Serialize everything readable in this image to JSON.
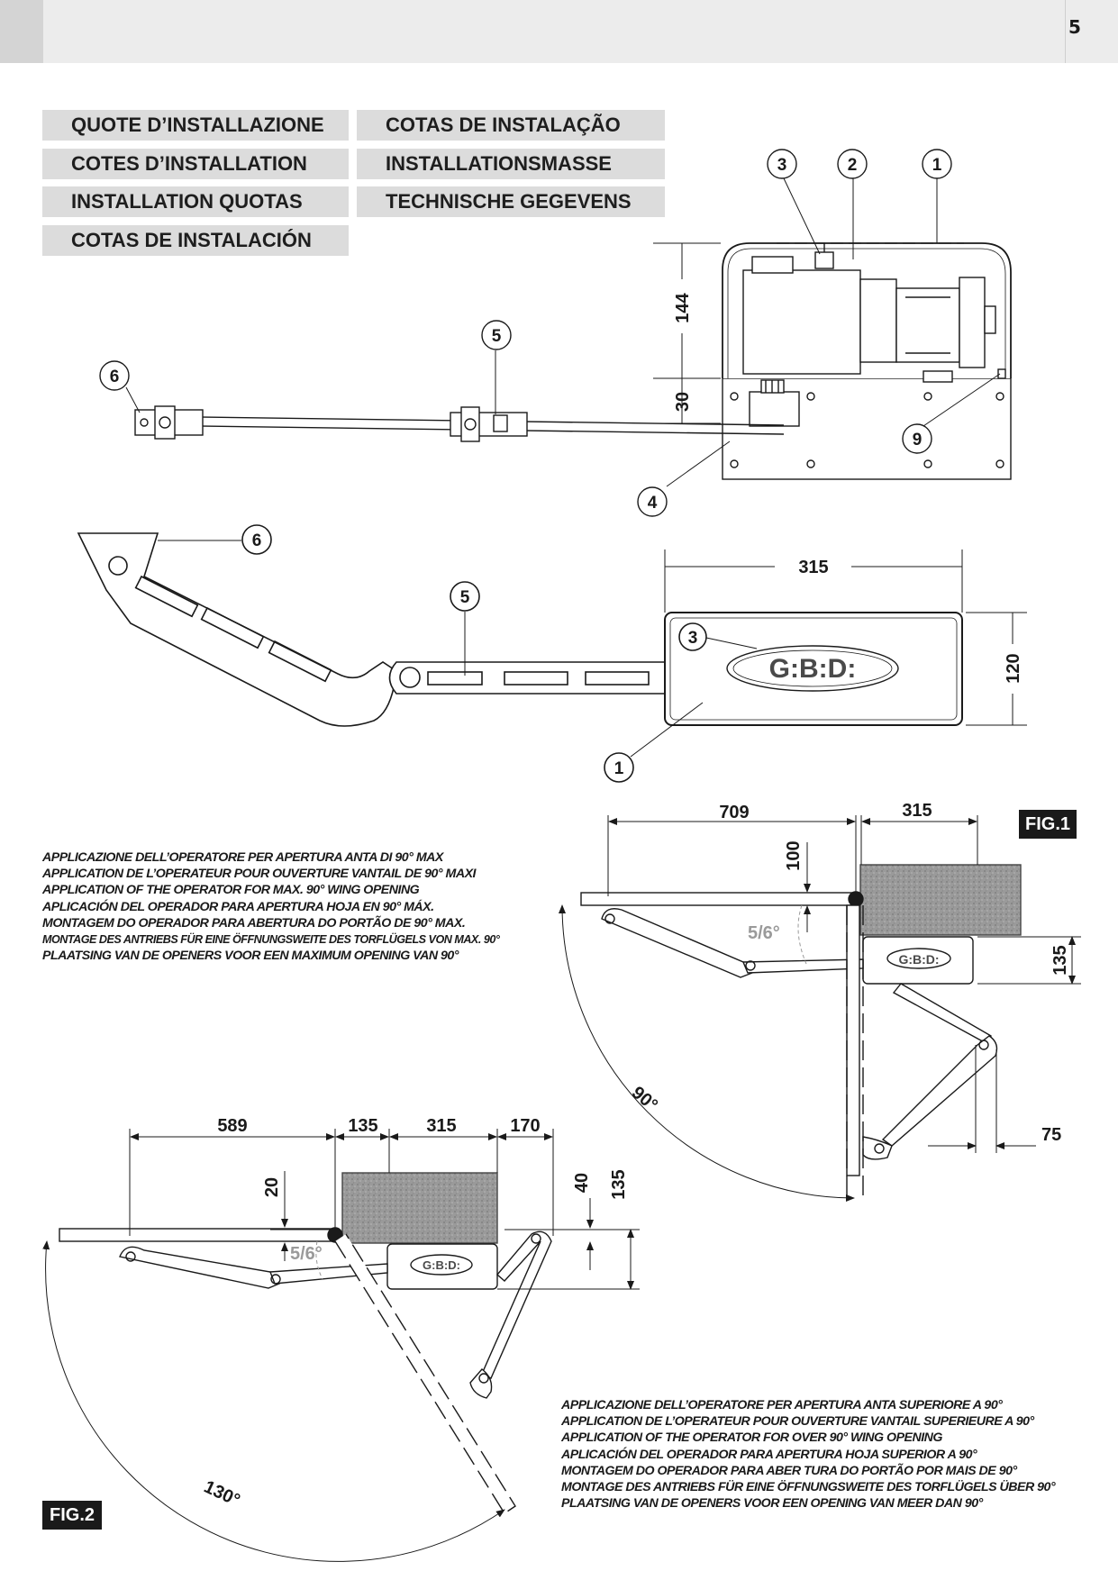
{
  "page_number": "5",
  "headings": {
    "col1": [
      "QUOTE D’INSTALLAZIONE",
      "COTES D’INSTALLATION",
      "INSTALLATION QUOTAS",
      "COTAS DE INSTALACIÓN"
    ],
    "col2": [
      "COTAS DE INSTALAÇÃO",
      "INSTALLATIONSMASSE",
      "TECHNISCHE GEGEVENS"
    ]
  },
  "drawing_top": {
    "callouts": [
      "3",
      "2",
      "1",
      "5",
      "6",
      "9",
      "4"
    ],
    "dims": {
      "height": "144",
      "base": "30"
    }
  },
  "drawing_plan": {
    "callouts": [
      "6",
      "5",
      "3",
      "1"
    ],
    "dims": {
      "width": "315",
      "height": "120"
    },
    "logo": "G:B:D:"
  },
  "fig1": {
    "label": "FIG.1",
    "caption": [
      "APPLICAZIONE DELL’OPERATORE PER APERTURA ANTA DI 90° MAX",
      "APPLICATION DE L’OPERATEUR POUR OUVERTURE VANTAIL DE 90° MAXI",
      "APPLICATION OF THE OPERATOR FOR MAX. 90° WING OPENING",
      "APLICACIÓN DEL OPERADOR PARA APERTURA HOJA EN 90° MÁX.",
      "MONTAGEM DO OPERADOR PARA ABERTURA DO PORTÃO DE 90° MAX.",
      "MONTAGE DES ANTRIEBS FÜR EINE ÖFFNUNGSWEITE DES TORFLÜGELS VON MAX. 90°",
      "PLAATSING VAN DE OPENERS VOOR EEN MAXIMUM OPENING VAN 90°"
    ],
    "dims": {
      "d709": "709",
      "d315": "315",
      "d100": "100",
      "d135": "135",
      "d75": "75",
      "angle": "5/6°",
      "arc": "90°"
    },
    "logo": "G:B:D:"
  },
  "fig2": {
    "label": "FIG.2",
    "caption": [
      "APPLICAZIONE DELL’OPERATORE PER APERTURA ANTA SUPERIORE A 90°",
      "APPLICATION DE L’OPERATEUR POUR OUVERTURE VANTAIL SUPERIEURE A 90°",
      "APPLICATION OF THE OPERATOR FOR OVER 90° WING OPENING",
      "APLICACIÓN DEL OPERADOR PARA APERTURA HOJA SUPERIOR A 90°",
      "MONTAGEM DO OPERADOR PARA ABER TURA DO PORTÃO POR MAIS DE 90°",
      "MONTAGE DES    ANTRIEBS FÜR EINE ÖFFNUNGSWEITE DES TORFLÜGELS ÜBER 90°",
      "PLAATSING VAN DE OPENERS VOOR EEN OPENING VAN MEER DAN 90°"
    ],
    "dims": {
      "d589": "589",
      "d135": "135",
      "d315": "315",
      "d170": "170",
      "d20": "20",
      "d40": "40",
      "d135v": "135",
      "angle": "5/6°",
      "arc": "130°"
    },
    "logo": "G:B:D:"
  }
}
